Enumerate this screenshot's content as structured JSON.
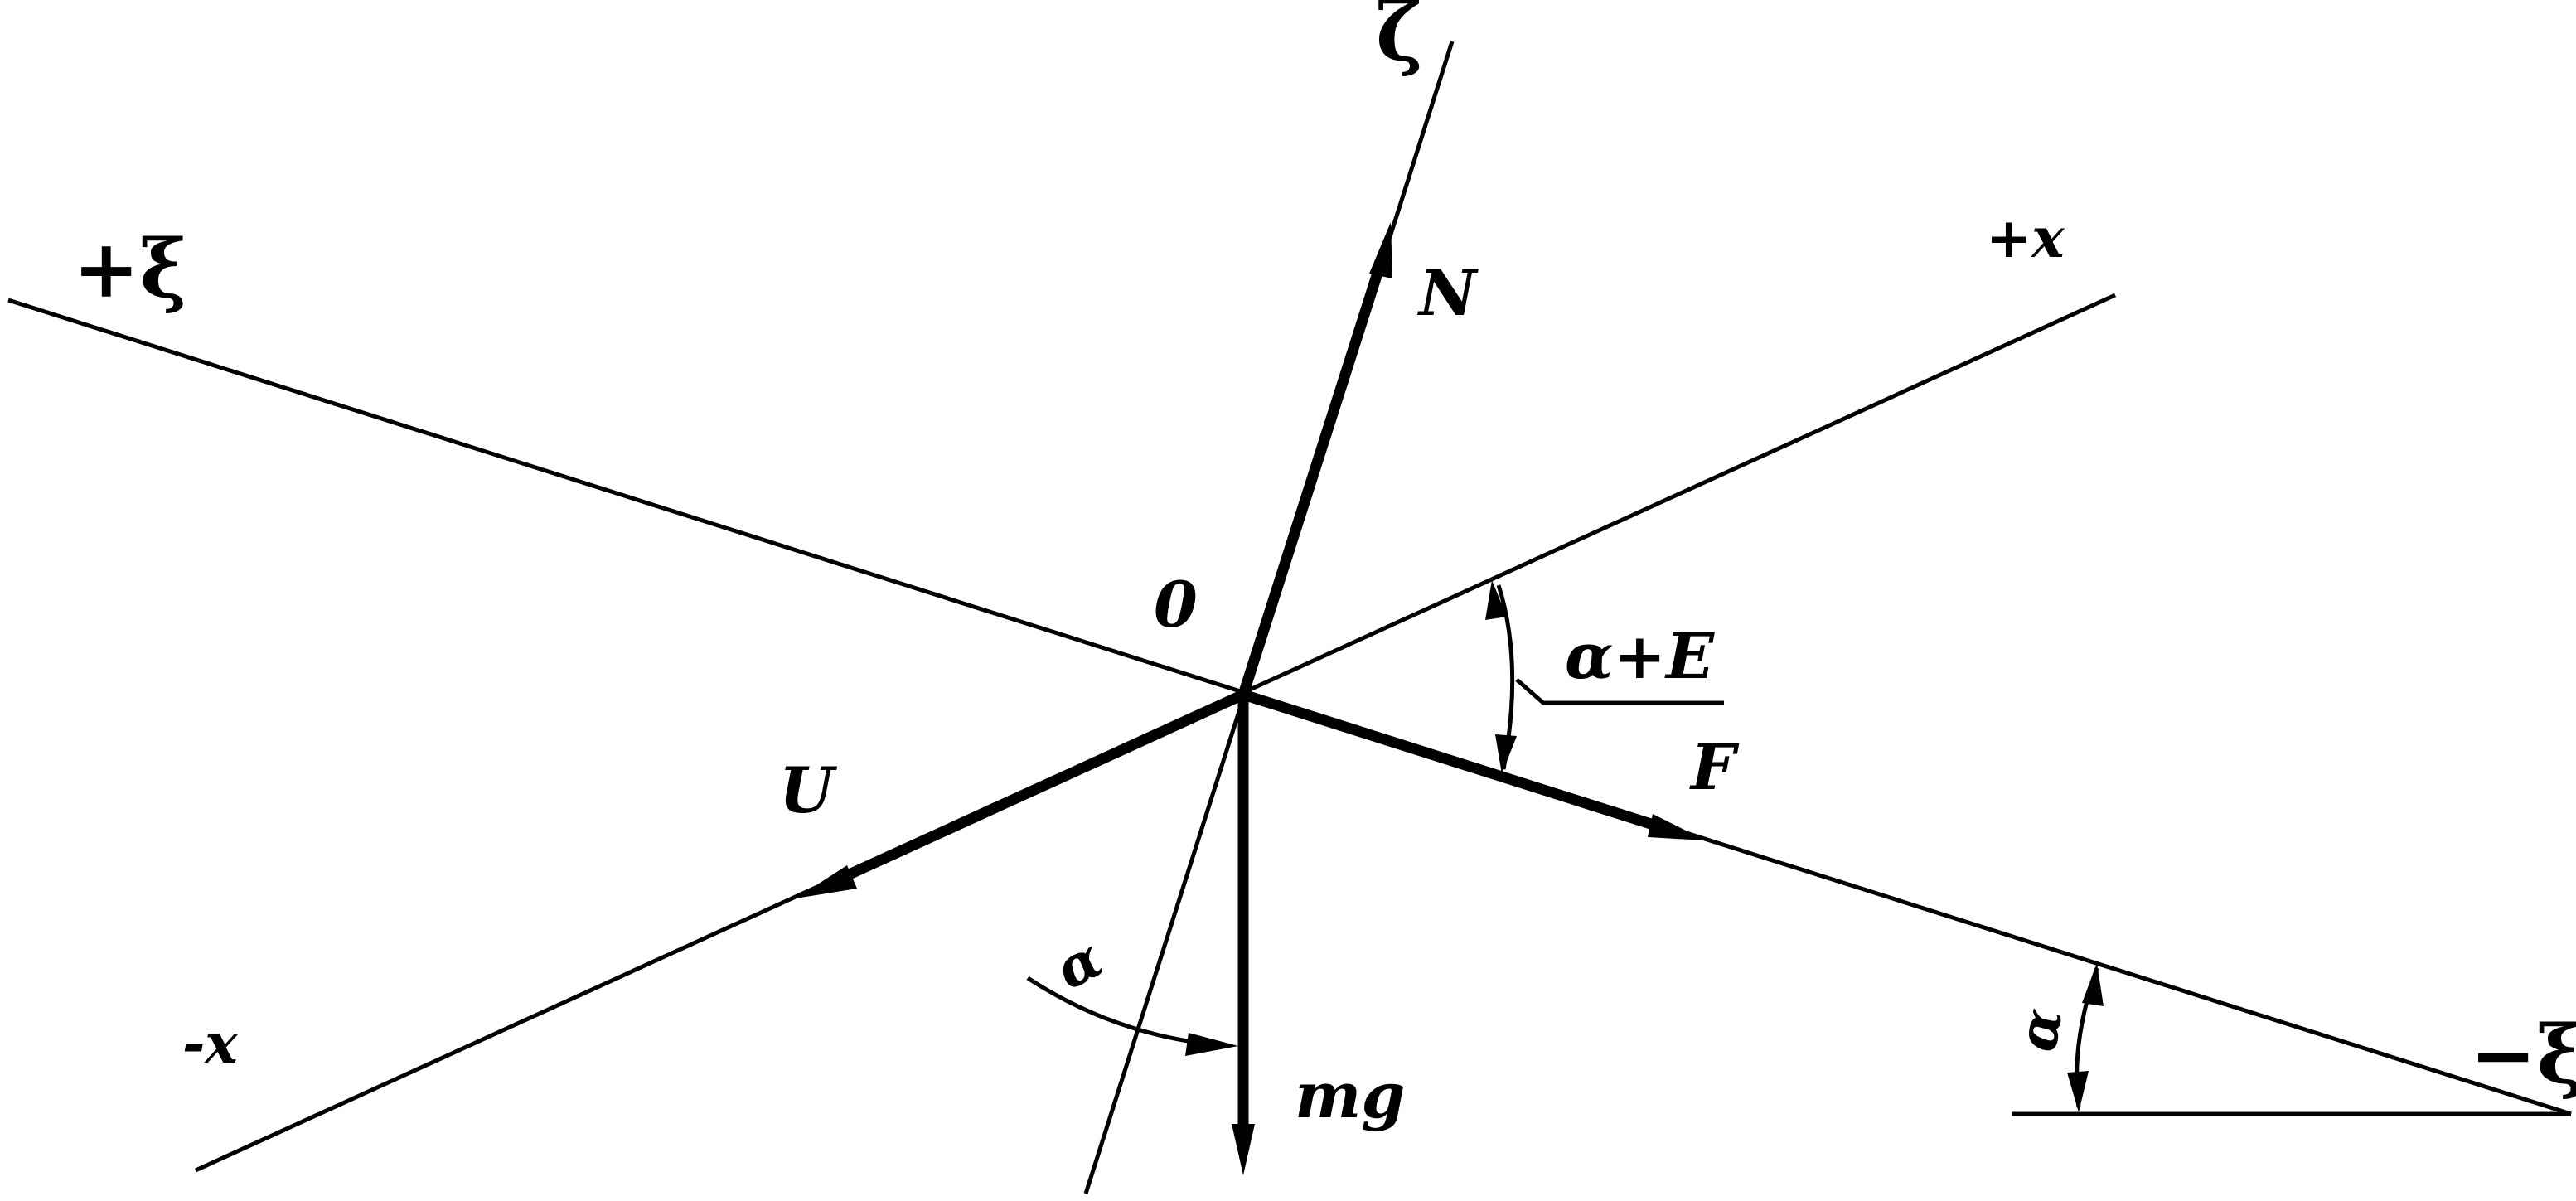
{
  "diagram": {
    "axis_labels": {
      "zeta": "ζ",
      "plus_xi": "+ξ",
      "minus_xi": "−ξ",
      "plus_x": "+x",
      "minus_x": "-x"
    },
    "origin_label": "0",
    "forces": {
      "normal": "N",
      "drag": "U",
      "lift_force": "F",
      "weight": "mg"
    },
    "angles": {
      "alpha_plus_e": "α+E",
      "alpha_bottom": "α",
      "alpha_right": "α"
    },
    "colors": {
      "line": "#000000",
      "background": "#ffffff"
    }
  }
}
